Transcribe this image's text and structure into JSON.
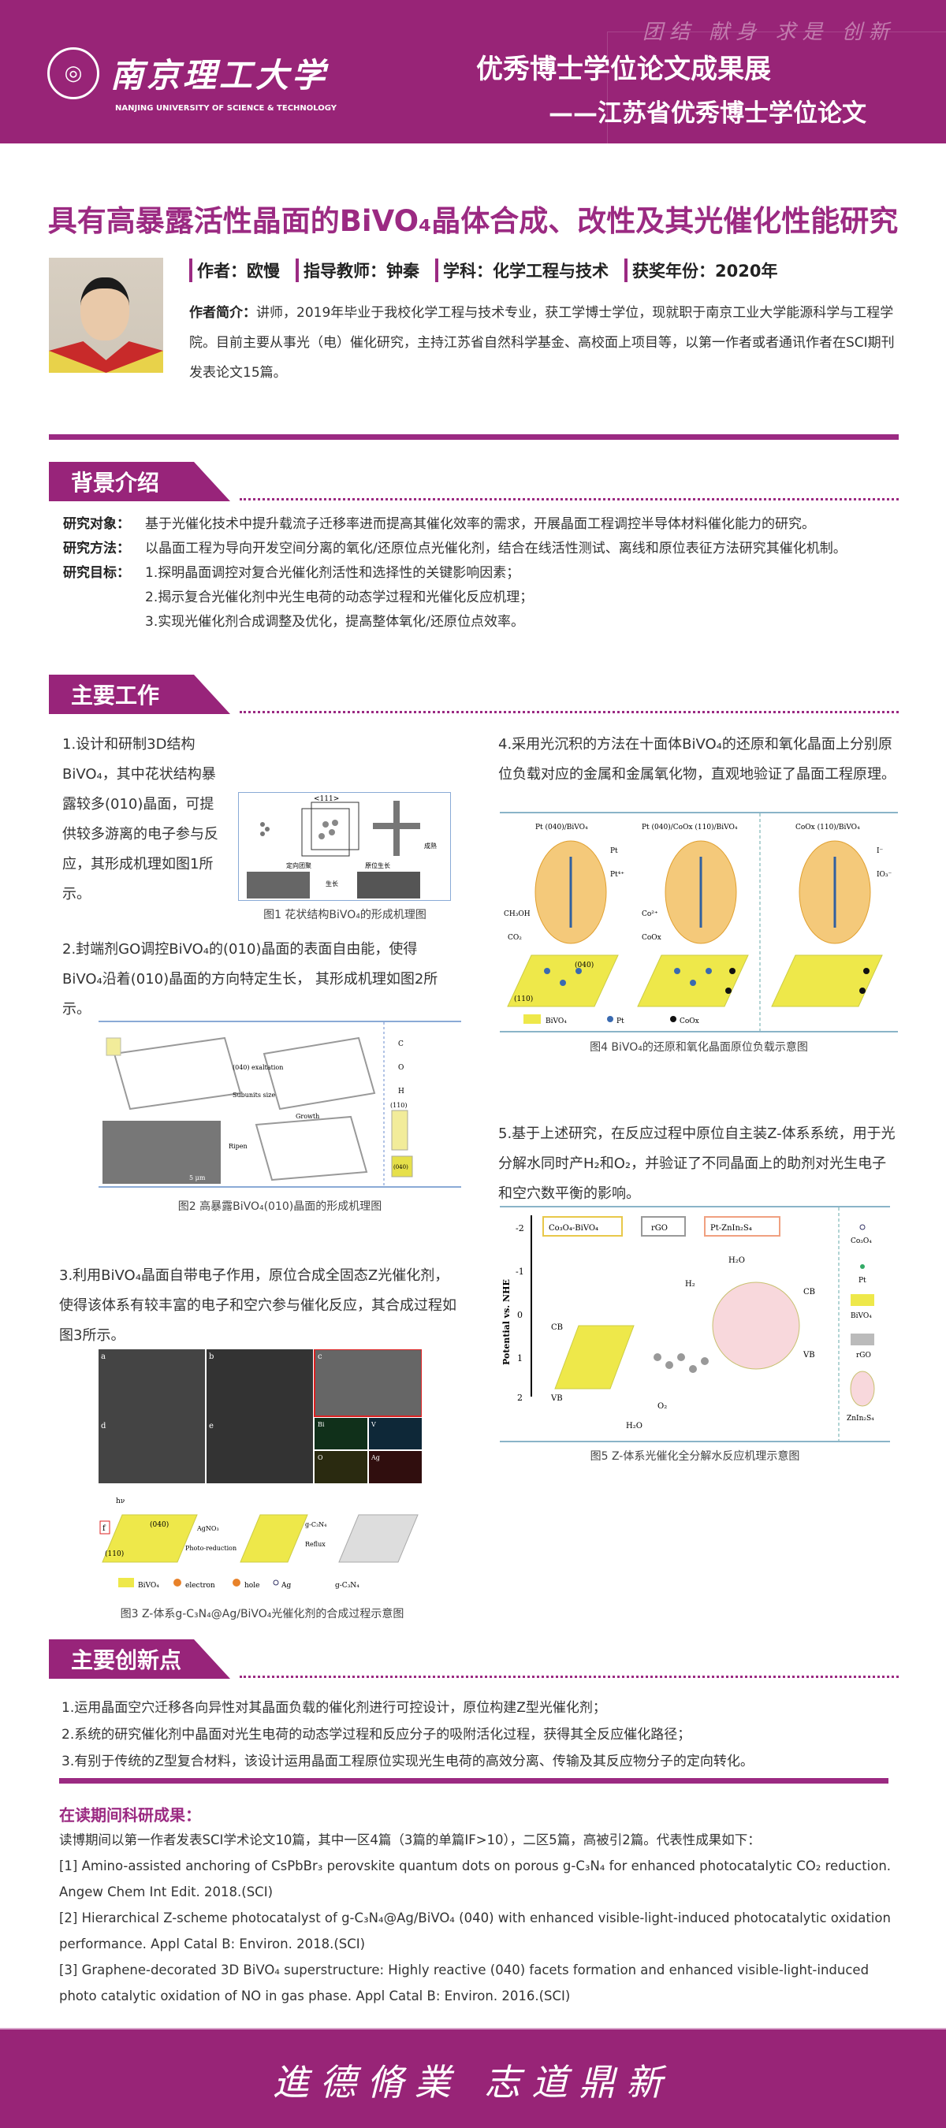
{
  "header": {
    "university_cn": "南京理工大学",
    "university_en": "NANJING UNIVERSITY OF SCIENCE & TECHNOLOGY",
    "exhibit_title": "优秀博士学位论文成果展",
    "exhibit_subtitle": "——江苏省优秀博士学位论文",
    "motto_watermark": "团结 献身 求是 创新"
  },
  "title": "具有高暴露活性晶面的BiVO₄晶体合成、改性及其光催化性能研究",
  "author": {
    "author": "作者：欧慢",
    "advisor": "指导教师：钟秦",
    "discipline": "学科：化学工程与技术",
    "award_year": "获奖年份：2020年",
    "bio_label": "作者简介：",
    "bio": "讲师，2019年毕业于我校化学工程与技术专业，获工学博士学位，现就职于南京工业大学能源科学与工程学院。目前主要从事光（电）催化研究，主持江苏省自然科学基金、高校面上项目等，以第一作者或者通讯作者在SCI期刊发表论文15篇。"
  },
  "background": {
    "heading": "背景介绍",
    "object_label": "研究对象：",
    "object": "基于光催化技术中提升载流子迁移率进而提高其催化效率的需求，开展晶面工程调控半导体材料催化能力的研究。",
    "method_label": "研究方法：",
    "method": "以晶面工程为导向开发空间分离的氧化/还原位点光催化剂，结合在线活性测试、离线和原位表征方法研究其催化机制。",
    "goal_label": "研究目标：",
    "goals": [
      "1.探明晶面调控对复合光催化剂活性和选择性的关键影响因素；",
      "2.揭示复合光催化剂中光生电荷的动态学过程和光催化反应机理；",
      "3.实现光催化剂合成调整及优化，提高整体氧化/还原位点效率。"
    ]
  },
  "main_work": {
    "heading": "主要工作",
    "items": [
      "1.设计和研制3D结构BiVO₄，其中花状结构暴露较多(010)晶面，可提供较多游离的电子参与反应，其形成机理如图1所示。",
      "2.封端剂GO调控BiVO₄的(010)晶面的表面自由能，使得BiVO₄沿着(010)晶面的方向特定生长， 其形成机理如图2所示。",
      "3.利用BiVO₄晶面自带电子作用，原位合成全固态Z光催化剂，使得该体系有较丰富的电子和空穴参与催化反应，其合成过程如图3所示。",
      "4.采用光沉积的方法在十面体BiVO₄的还原和氧化晶面上分别原位负载对应的金属和金属氧化物，直观地验证了晶面工程原理。",
      "5.基于上述研究，在反应过程中原位自主装Z-体系系统，用于光分解水同时产H₂和O₂，并验证了不同晶面上的助剂对光生电子和空穴数平衡的影响。"
    ],
    "captions": [
      "图1 花状结构BiVO₄的形成机理图",
      "图2 高暴露BiVO₄(010)晶面的形成机理图",
      "图3 Z-体系g-C₃N₄@Ag/BiVO₄光催化剂的合成过程示意图",
      "图4 BiVO₄的还原和氧化晶面原位负载示意图",
      "图5 Z-体系光催化全分解水反应机理示意图"
    ],
    "fig1": {
      "miller": "<111>",
      "step1": "定向团聚",
      "step2": "原位生长",
      "step3": "成熟",
      "step4": "生长"
    },
    "fig2": {
      "arrow1": "(040) exaltation",
      "arrow2": "Subunits size",
      "growth": "Growth",
      "ripen": "Ripen",
      "scale": "5 μm",
      "legend": [
        "C",
        "O",
        "H"
      ],
      "f110": "(110)",
      "f040": "(040)"
    },
    "fig3": {
      "panels": [
        "a",
        "b",
        "c",
        "d",
        "e"
      ],
      "maps": [
        "Bi",
        "V",
        "O",
        "Ag"
      ],
      "f": "f",
      "agno3": "AgNO₃",
      "photo": "Photo-reduction",
      "gcn": "g-C₃N₄",
      "reflux": "Reflux",
      "legend": [
        "BiVO₄",
        "electron",
        "hole",
        "Ag",
        "g-C₃N₄"
      ],
      "hv": "hν",
      "f040": "(040)",
      "f110": "(110)"
    },
    "fig4": {
      "titles": [
        "Pt (040)/BiVO₄",
        "Pt (040)/CoOx (110)/BiVO₄",
        "CoOx (110)/BiVO₄"
      ],
      "species": [
        "Pt",
        "Pt⁴⁺",
        "CH₃OH",
        "CO₂",
        "Co²⁺",
        "CoOx",
        "I⁻",
        "IO₃⁻"
      ],
      "facets": [
        "(040)",
        "(110)"
      ],
      "legend": [
        "BiVO₄",
        "Pt",
        "CoOx"
      ]
    },
    "fig5": {
      "ylabel": "Potential vs. NHE",
      "yticks": [
        "-2",
        "-1",
        "0",
        "1",
        "2"
      ],
      "chain": [
        "Co₃O₄-BiVO₄",
        "rGO",
        "Pt-ZnIn₂S₄"
      ],
      "labels": [
        "CB",
        "VB",
        "CB",
        "VB",
        "H₂O",
        "H₂",
        "O₂",
        "H₂O"
      ],
      "legend": [
        "Co₃O₄",
        "Pt",
        "BiVO₄",
        "rGO",
        "ZnIn₂S₄"
      ]
    }
  },
  "innovation": {
    "heading": "主要创新点",
    "items": [
      "1.运用晶面空穴迁移各向异性对其晶面负载的催化剂进行可控设计，原位构建Z型光催化剂；",
      "2.系统的研究催化剂中晶面对光生电荷的动态学过程和反应分子的吸附活化过程，获得其全反应催化路径；",
      "3.有别于传统的Z型复合材料，该设计运用晶面工程原位实现光生电荷的高效分离、传输及其反应物分子的定向转化。"
    ]
  },
  "results": {
    "heading": "在读期间科研成果：",
    "summary": "读博期间以第一作者发表SCI学术论文10篇，其中一区4篇（3篇的单篇IF>10），二区5篇，高被引2篇。代表性成果如下：",
    "refs": [
      "[1] Amino-assisted anchoring of CsPbBr₃ perovskite quantum dots on porous g-C₃N₄ for enhanced photocatalytic CO₂ reduction. Angew Chem Int Edit. 2018.(SCI)",
      "[2] Hierarchical Z-scheme photocatalyst of g-C₃N₄@Ag/BiVO₄ (040) with enhanced visible-light-induced photocatalytic oxidation performance. Appl Catal B: Environ. 2018.(SCI)",
      "[3] Graphene-decorated 3D BiVO₄ superstructure: Highly reactive (040) facets formation and enhanced visible-light-induced photo catalytic oxidation of NO in gas phase. Appl Catal B: Environ. 2016.(SCI)"
    ]
  },
  "footer": {
    "motto": "進德脩業 志道鼎新"
  },
  "colors": {
    "brand": "#982477",
    "title": "#9b2a82"
  }
}
